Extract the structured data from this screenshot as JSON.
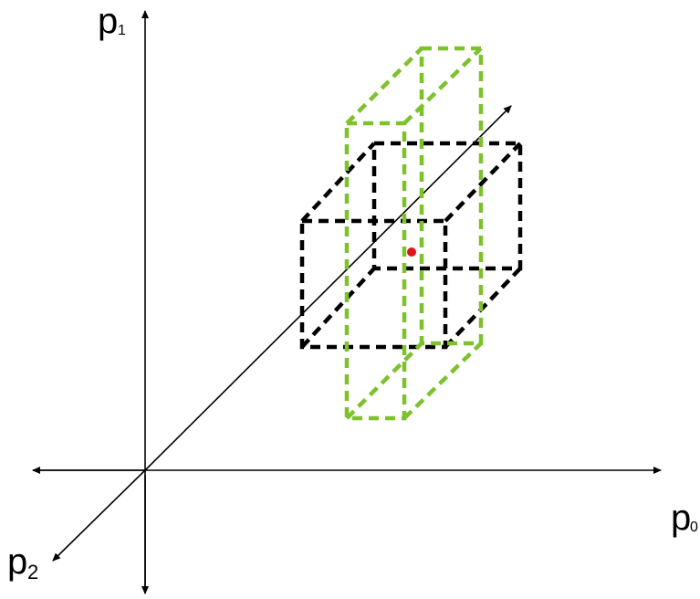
{
  "labels": {
    "p1": {
      "main": "p",
      "sub": "1"
    },
    "p0": {
      "main": "p",
      "sub": "0"
    },
    "p2": {
      "main": "p",
      "sub": "2"
    }
  },
  "colors": {
    "axis": "#000000",
    "black_box": "#000000",
    "green_box": "#7dc12b",
    "point": "#e0141b"
  }
}
